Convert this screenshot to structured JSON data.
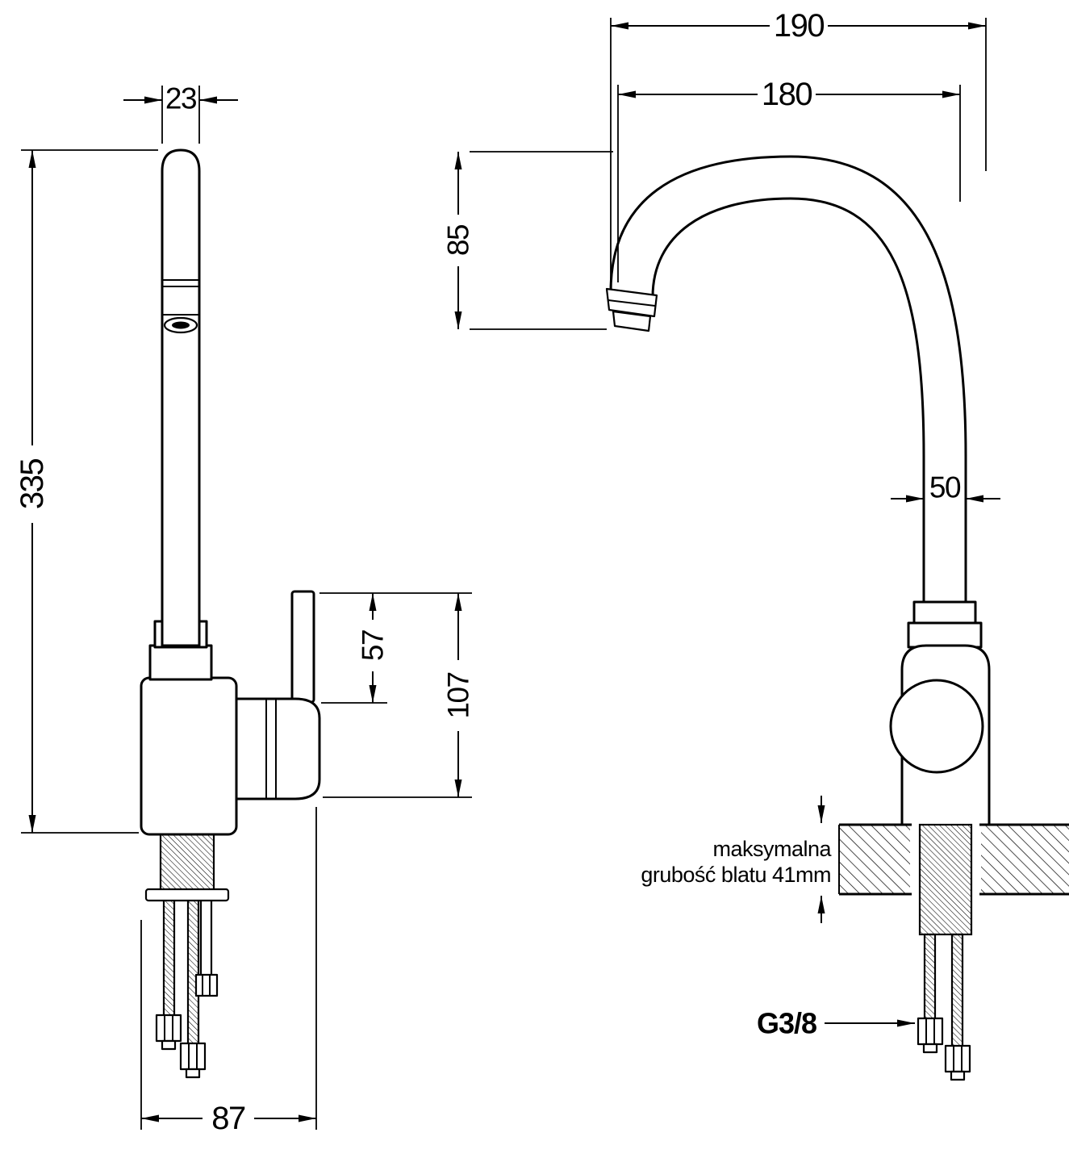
{
  "drawing": {
    "side_view": {
      "spout_diameter": "23",
      "total_height": "335",
      "handle_length": "57",
      "handle_assembly_height": "107",
      "base_depth": "87"
    },
    "front_view": {
      "spout_reach_outer": "190",
      "spout_reach": "180",
      "spout_clearance": "85",
      "column_width": "50",
      "counter_note_line1": "maksymalna",
      "counter_note_line2": "grubość blatu 41mm",
      "connection_thread": "G3/8"
    },
    "colors": {
      "line": "#000000",
      "background": "#ffffff"
    }
  }
}
